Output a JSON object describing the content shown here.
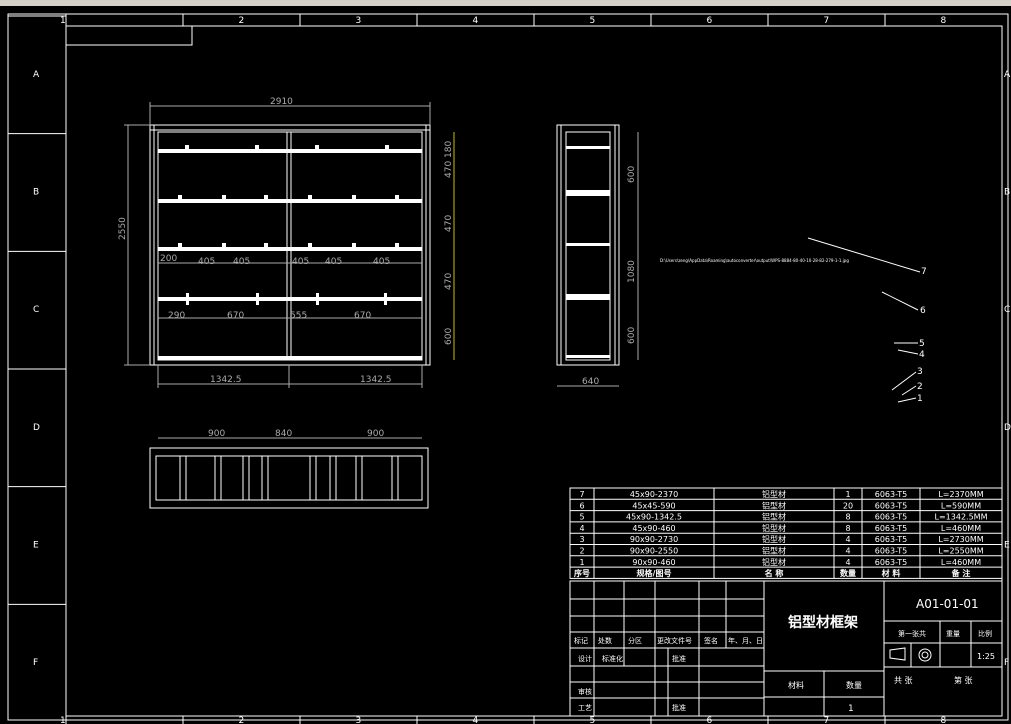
{
  "window": {
    "toolbar": "toolbar-strip"
  },
  "colors": {
    "line": "#ffffff",
    "dim": "#aaaaaa",
    "yellow": "#c8c000",
    "bg": "#000000"
  },
  "ruler": {
    "top": [
      "1",
      "2",
      "3",
      "4",
      "5",
      "6",
      "7",
      "8"
    ],
    "bottom": [
      "1",
      "2",
      "3",
      "4",
      "5",
      "6",
      "7",
      "8"
    ],
    "left": [
      "A",
      "B",
      "C",
      "D",
      "E",
      "F"
    ],
    "right": [
      "A",
      "B",
      "C",
      "D",
      "E",
      "F"
    ]
  },
  "front_view": {
    "overall_width": "2910",
    "overall_height": "2550",
    "right_dims": [
      "470",
      "180",
      "470",
      "470",
      "600"
    ],
    "row3_dims": [
      "200",
      "405",
      "405",
      "405",
      "405",
      "405"
    ],
    "row4_dims": [
      "290",
      "670",
      "555",
      "670"
    ],
    "bottom_dims": [
      "1342.5",
      "1342.5"
    ]
  },
  "side_view": {
    "dims": [
      "600",
      "1080",
      "600"
    ],
    "width": "640"
  },
  "plan_view": {
    "dims": [
      "900",
      "840",
      "900"
    ]
  },
  "path_text": "D:\\Users\\zeng\\AppData\\Roaming\\autoconverter\\output\\WPS-8884-80-40-10-28-82-279-1-1.jpg",
  "balloons": [
    "7",
    "6",
    "5",
    "4",
    "3",
    "2",
    "1"
  ],
  "bom": {
    "rows": [
      {
        "no": "7",
        "spec": "45x90-2370",
        "name": "铝型材",
        "qty": "1",
        "material": "6063-T5",
        "note": "L=2370MM"
      },
      {
        "no": "6",
        "spec": "45x45-590",
        "name": "铝型材",
        "qty": "20",
        "material": "6063-T5",
        "note": "L=590MM"
      },
      {
        "no": "5",
        "spec": "45x90-1342.5",
        "name": "铝型材",
        "qty": "8",
        "material": "6063-T5",
        "note": "L=1342.5MM"
      },
      {
        "no": "4",
        "spec": "45x90-460",
        "name": "铝型材",
        "qty": "8",
        "material": "6063-T5",
        "note": "L=460MM"
      },
      {
        "no": "3",
        "spec": "90x90-2730",
        "name": "铝型材",
        "qty": "4",
        "material": "6063-T5",
        "note": "L=2730MM"
      },
      {
        "no": "2",
        "spec": "90x90-2550",
        "name": "铝型材",
        "qty": "4",
        "material": "6063-T5",
        "note": "L=2550MM"
      },
      {
        "no": "1",
        "spec": "90x90-460",
        "name": "铝型材",
        "qty": "4",
        "material": "6063-T5",
        "note": "L=460MM"
      }
    ],
    "header": {
      "no": "序号",
      "spec": "规格/图号",
      "name": "名 称",
      "qty": "数量",
      "material": "材 料",
      "note": "备 注"
    }
  },
  "title_block": {
    "part_name": "铝型材框架",
    "drawing_no": "A01-01-01",
    "sheet": "第一张共",
    "weight_label": "重量",
    "scale_label": "比例",
    "scale": "1:25",
    "rev_labels": [
      "标记",
      "处数",
      "分区",
      "更改文件号",
      "签名",
      "年、月、日"
    ],
    "design": "设计",
    "std": "标准化",
    "review": "审核",
    "craft": "工艺",
    "approve": "批准",
    "material_label": "材料",
    "qty_label": "数量",
    "qty": "1",
    "total_sheets": "共 张",
    "sheet_no": "第 张"
  }
}
